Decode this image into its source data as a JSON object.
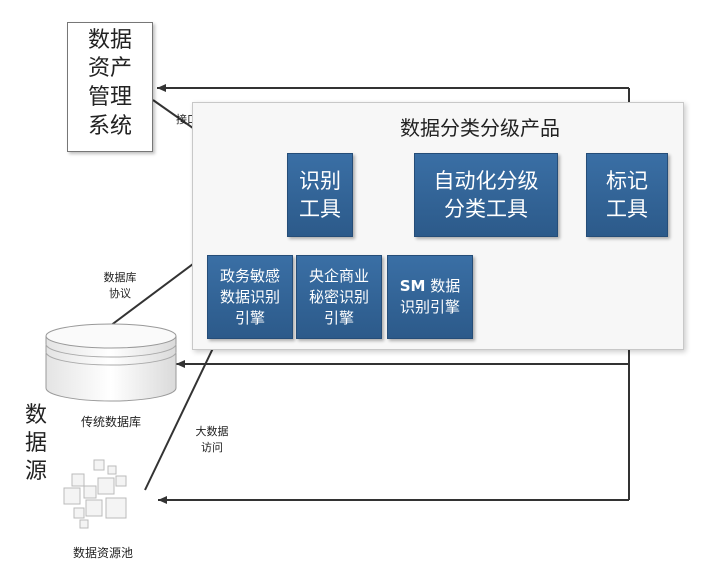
{
  "data_asset_mgmt": {
    "lines": [
      "数据",
      "资产",
      "管理",
      "系统"
    ]
  },
  "interface_label": "接口",
  "product": {
    "title": "数据分类分级产品",
    "identify_tool": [
      "识别",
      "工具"
    ],
    "auto_tool": [
      "自动化分级",
      "分类工具"
    ],
    "mark_tool": [
      "标记",
      "工具"
    ]
  },
  "engines": {
    "gov": [
      "政务敏感",
      "数据识别",
      "引擎"
    ],
    "soe": [
      "央企商业",
      "秘密识别",
      "引擎"
    ],
    "sm": {
      "bold": "SM",
      "rest": " 数据",
      "line2": "识别引擎"
    }
  },
  "db_protocol": [
    "数据库",
    "协议"
  ],
  "traditional_db": "传统数据库",
  "data_source": [
    "数",
    "据",
    "源"
  ],
  "bigdata_access": [
    "大数据",
    "访问"
  ],
  "resource_pool": "数据资源池",
  "colors": {
    "box_blue": "#2f5f90",
    "line": "#333333"
  }
}
